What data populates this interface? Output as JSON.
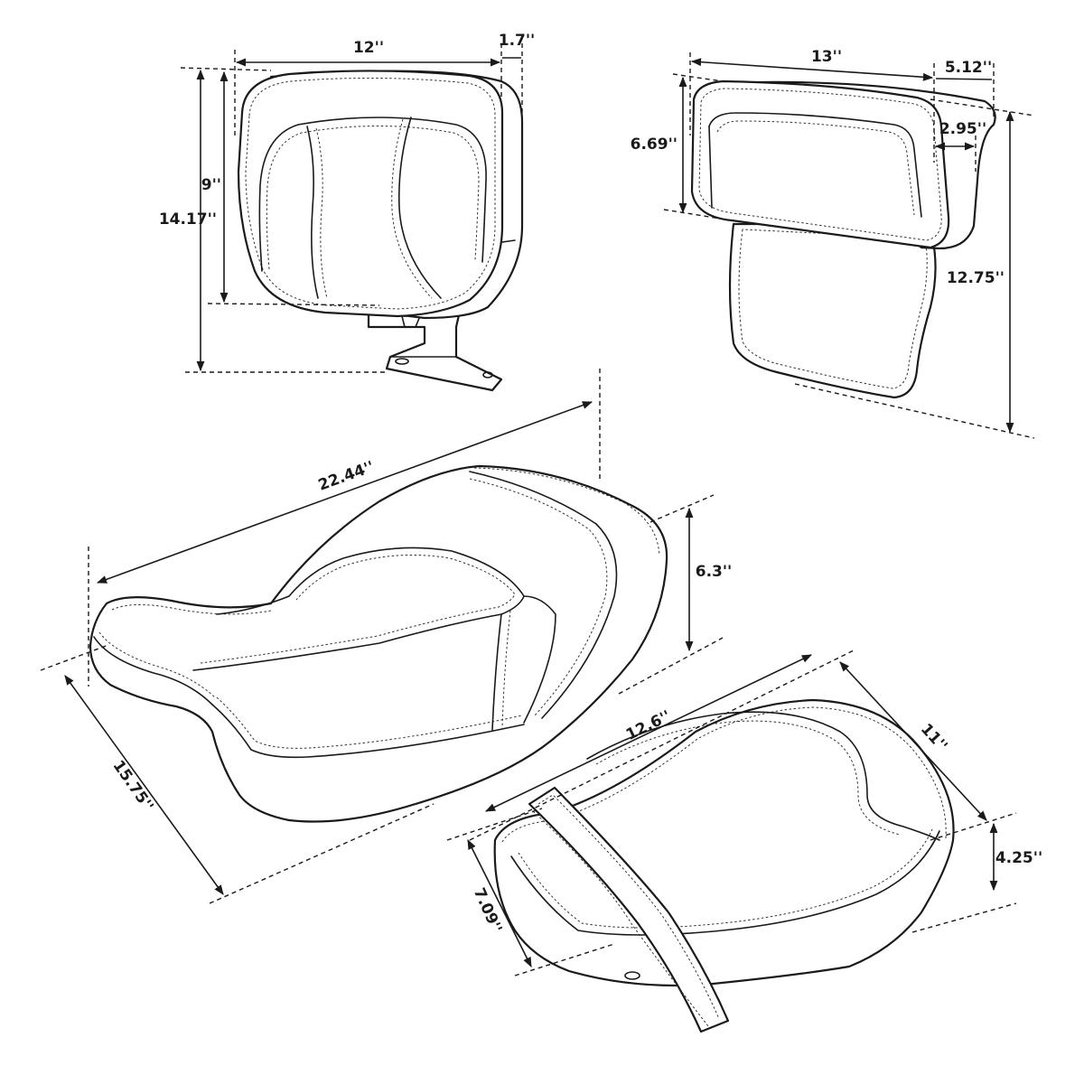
{
  "dimensions": {
    "backrest_width": "12''",
    "backrest_depth": "1.7''",
    "backrest_pad_height": "9''",
    "backrest_total_height": "14.17''",
    "passenger_backrest_width": "13''",
    "passenger_backrest_depth": "5.12''",
    "passenger_backrest_pad_height": "6.69''",
    "passenger_backrest_thickness": "2.95''",
    "passenger_backrest_total_height": "12.75''",
    "driver_seat_length": "22.44''",
    "driver_seat_height": "6.3''",
    "driver_seat_width": "15.75''",
    "passenger_seat_length": "12.6''",
    "passenger_seat_width": "11''",
    "passenger_seat_height": "4.25''",
    "passenger_seat_front_height": "7.09''"
  }
}
